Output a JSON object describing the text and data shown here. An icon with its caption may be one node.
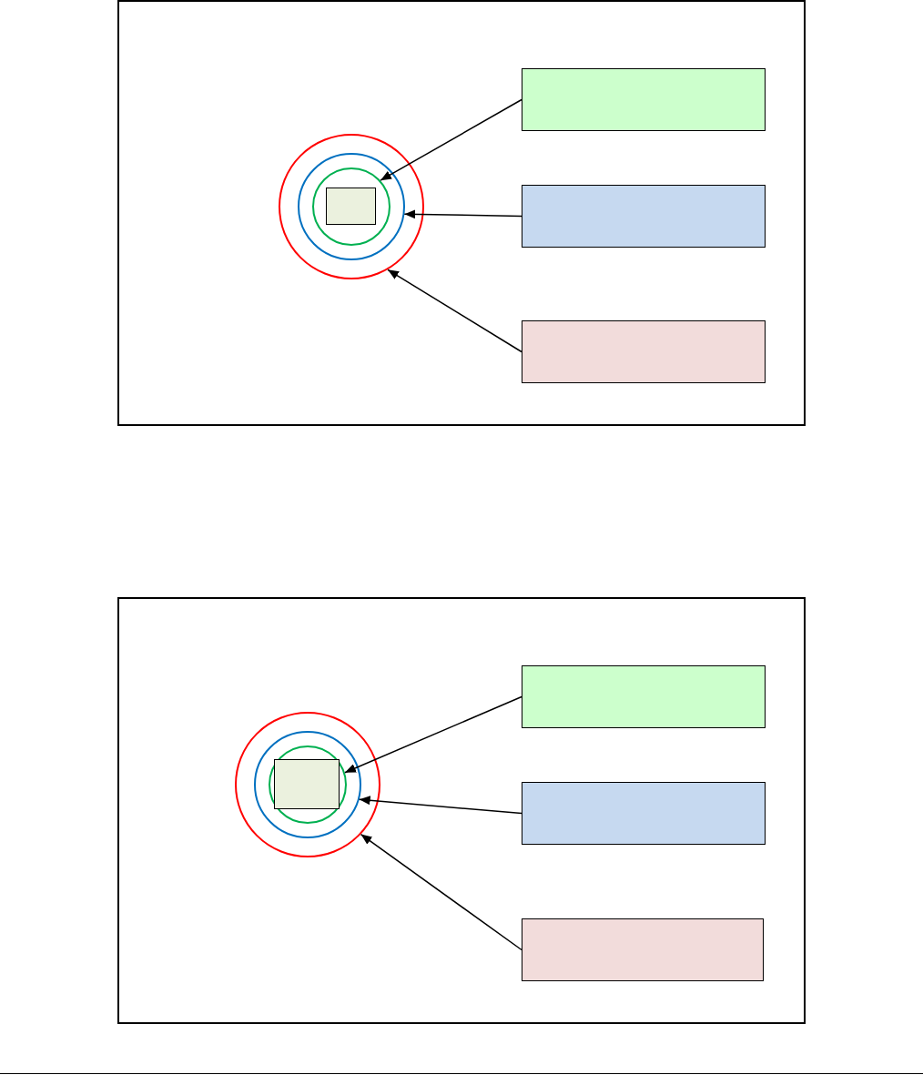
{
  "diagram": {
    "nodes": [
      {
        "text": [],
        "shape": "box"
      },
      {
        "text": [],
        "shape": "circle",
        "in": 0
      },
      {
        "text": [],
        "shape": "circle",
        "in": 1
      },
      {
        "text": [],
        "shape": "circle",
        "in": 2
      },
      {
        "text": [],
        "shape": "box",
        "in": 3
      },
      {
        "text": [],
        "shape": "box",
        "in": 0
      },
      {
        "text": [],
        "shape": "box",
        "in": 0
      },
      {
        "text": [],
        "shape": "box",
        "in": 0
      },
      {
        "text": [],
        "shape": "box"
      },
      {
        "text": [],
        "shape": "circle",
        "in": 8
      },
      {
        "text": [],
        "shape": "circle",
        "in": 9
      },
      {
        "text": [],
        "shape": "circle",
        "in": 10
      },
      {
        "text": [],
        "shape": "box",
        "in": 11
      },
      {
        "text": [],
        "shape": "box",
        "in": 8
      },
      {
        "text": [],
        "shape": "box",
        "in": 8
      },
      {
        "text": [],
        "shape": "box",
        "in": 8
      }
    ],
    "edges": [
      {
        "from": 5,
        "to": 3,
        "arrow": "to"
      },
      {
        "from": 6,
        "to": 2,
        "arrow": "to"
      },
      {
        "from": 7,
        "to": 1,
        "arrow": "to"
      },
      {
        "from": 13,
        "to": 11,
        "arrow": "to"
      },
      {
        "from": 14,
        "to": 10,
        "arrow": "to"
      },
      {
        "from": 15,
        "to": 9,
        "arrow": "to"
      }
    ]
  }
}
